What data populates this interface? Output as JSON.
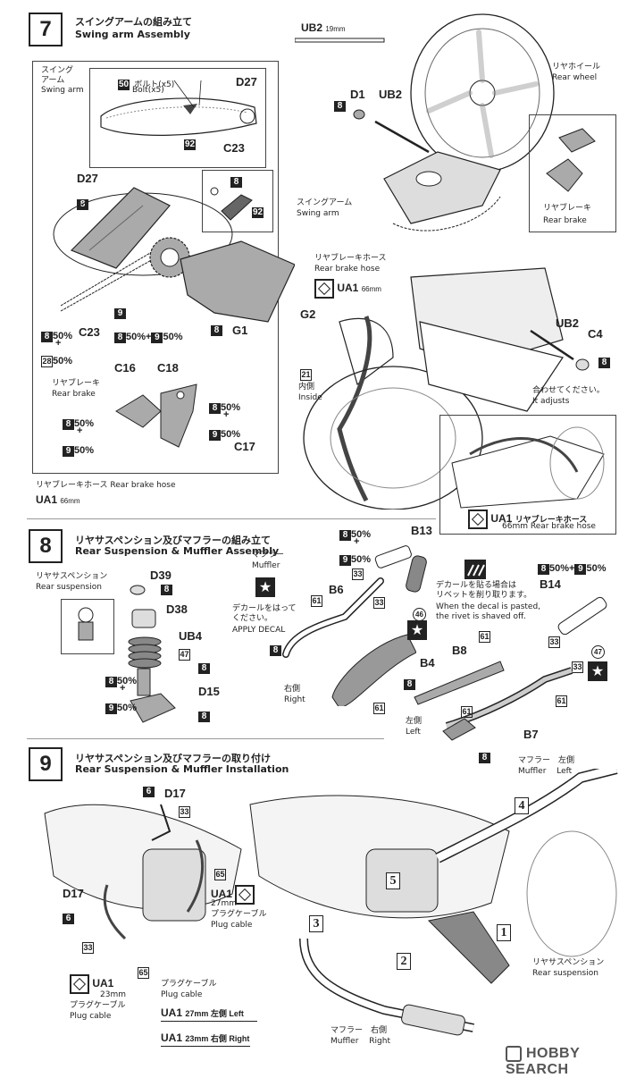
{
  "steps": [
    {
      "number": "7",
      "title_jp": "スイングアームの組み立て",
      "title_en": "Swing arm Assembly"
    },
    {
      "number": "8",
      "title_jp": "リヤサスペンション及びマフラーの組み立て",
      "title_en": "Rear Suspension & Muffler Assembly"
    },
    {
      "number": "9",
      "title_jp": "リヤサスペンション及びマフラーの取り付け",
      "title_en": "Rear Suspension & Muffler Installation"
    }
  ],
  "step7": {
    "ub2_top": {
      "part": "UB2",
      "size": "19mm"
    },
    "swingarm_jp": "スイング\nアーム",
    "swingarm_en": "Swing arm",
    "bolt_jp": "ボルト(x5)",
    "bolt_en": "Bolt(x5)",
    "bolt_code": "50",
    "bolt_color_code": "92",
    "d27_a": "D27",
    "c23_a": "C23",
    "d27_b": "D27",
    "c8_a": "8",
    "c8_b": "8",
    "c92_b": "92",
    "chain_ratio_1": "8",
    "chain_ratio_1_pct": "50%",
    "plus": "+",
    "chain_ratio_2": "28",
    "chain_ratio_2_pct": "50%",
    "c9": "9",
    "c23_b": "C23",
    "mix_a": "8",
    "mix_a_pct": "50%+",
    "mix_b": "9",
    "mix_b_pct": "50%",
    "g1_code": "8",
    "g1": "G1",
    "rear_brake_jp": "リヤブレーキ",
    "rear_brake_en": "Rear brake",
    "c16": "C16",
    "c18": "C18",
    "left_ratio_a": "8",
    "left_ratio_a_pct": "50%",
    "left_ratio_b": "9",
    "left_ratio_b_pct": "50%",
    "right_ratio_a": "8",
    "right_ratio_a_pct": "50%",
    "right_ratio_b": "9",
    "right_ratio_b_pct": "50%",
    "c17": "C17",
    "hose_label": "リヤブレーキホース Rear brake hose",
    "hose_part": "UA1",
    "hose_size": "66mm",
    "d1": "D1",
    "ub2": "UB2",
    "d1_code": "8",
    "rear_wheel_jp": "リヤホイール",
    "rear_wheel_en": "Rear wheel",
    "swingarm2_jp": "スイングアーム",
    "swingarm2_en": "Swing arm",
    "rear_brake2_jp": "リヤブレーキ",
    "rear_brake2_en": "Rear brake",
    "rbh_jp": "リヤブレーキホース",
    "rbh_en": "Rear brake hose",
    "ua1": "UA1",
    "ua1_size": "66mm",
    "g2": "G2",
    "g2_code": "21",
    "inside_jp": "内側",
    "inside_en": "Inside",
    "ub2_b": "UB2",
    "c4": "C4",
    "c4_code": "8",
    "adjust_jp": "合わせてください。",
    "adjust_en": "It adjusts",
    "ua1_b": "UA1",
    "ua1_b_jp": "リヤブレーキホース",
    "ua1_b_en": "66mm Rear brake hose"
  },
  "step8": {
    "rear_susp_jp": "リヤサスペンション",
    "rear_susp_en": "Rear suspension",
    "d39": "D39",
    "d39_code": "8",
    "d38": "D38",
    "ub4": "UB4",
    "ub4_code": "47",
    "susp_ratio_a": "8",
    "susp_ratio_a_pct": "50%",
    "susp_ratio_b": "9",
    "susp_ratio_b_pct": "50%",
    "d15": "D15",
    "d15_code": "8",
    "d15_code_b": "8",
    "muffler_jp": "マフラー",
    "muffler_en": "Muffler",
    "decal_jp": "デカールをはって\nください。",
    "decal_en": "APPLY DECAL",
    "b6": "B6",
    "code_61": "61",
    "code_33": "33",
    "b6_code": "8",
    "b4": "B4",
    "right_jp": "右側",
    "right_en": "Right",
    "b4_code": "61",
    "b13": "B13",
    "b13_ratio_a": "8",
    "b13_ratio_a_pct": "50%",
    "b13_ratio_b": "9",
    "b13_ratio_b_pct": "50%",
    "b13_33": "33",
    "b13_46": "46",
    "rivet_jp": "デカールを貼る場合は\nリベットを削り取ります。",
    "rivet_en": "When the decal is pasted,\nthe rivet is shaved off.",
    "b14_ratio_a": "8",
    "b14_ratio_a_pct": "50%+",
    "b14_ratio_b": "9",
    "b14_ratio_b_pct": "50%",
    "b14": "B14",
    "b14_33": "33",
    "b14_33b": "33",
    "b14_47": "47",
    "b8": "B8",
    "b8_61": "61",
    "b8_8": "8",
    "b7_61": "61",
    "left_jp": "左側",
    "left_en": "Left",
    "b7": "B7",
    "b7_8": "8",
    "b7_61b": "61"
  },
  "step9": {
    "code_6": "6",
    "d17": "D17",
    "code_33": "33",
    "code_65": "65",
    "ua1": "UA1",
    "ua1_size": "27mm",
    "plug_jp": "プラグケーブル",
    "plug_en": "Plug cable",
    "d17_b": "D17",
    "code_6b": "6",
    "code_33b": "33",
    "code_65b": "65",
    "ua1_b": "UA1",
    "ua1_b_size": "23mm",
    "plug_b_jp": "プラグケーブル",
    "plug_b_en": "Plug cable",
    "plug_c_jp": "プラグケーブル",
    "plug_c_en": "Plug cable",
    "ua1_left": "UA1",
    "ua1_left_txt": "27mm 左側 Left",
    "ua1_right": "UA1",
    "ua1_right_txt": "23mm 右側 Right",
    "muffler_left_jp": "マフラー　左側",
    "muffler_left_en": "Muffler　 Left",
    "muffler_right_jp": "マフラー　右側",
    "muffler_right_en": "Muffler　 Right",
    "rear_susp_jp": "リヤサスペンション",
    "rear_susp_en": "Rear suspension",
    "n1": "1",
    "n2": "2",
    "n3": "3",
    "n4": "4",
    "n5": "5"
  },
  "watermark": "HOBBY SEARCH"
}
